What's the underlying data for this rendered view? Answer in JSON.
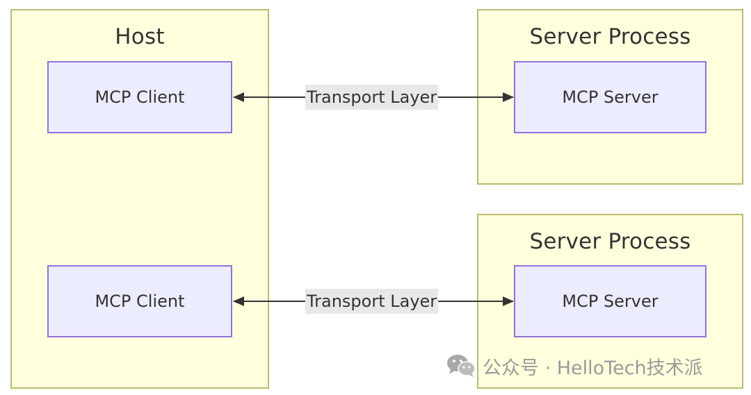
{
  "clusters": {
    "host": {
      "title": "Host"
    },
    "server_process_1": {
      "title": "Server Process"
    },
    "server_process_2": {
      "title": "Server Process"
    }
  },
  "nodes": {
    "client_1": {
      "label": "MCP Client"
    },
    "client_2": {
      "label": "MCP Client"
    },
    "server_1": {
      "label": "MCP Server"
    },
    "server_2": {
      "label": "MCP Server"
    }
  },
  "edges": [
    {
      "from": "MCP Client",
      "to": "MCP Server",
      "label": "Transport Layer",
      "direction": "bidirectional"
    },
    {
      "from": "MCP Client",
      "to": "MCP Server",
      "label": "Transport Layer",
      "direction": "bidirectional"
    }
  ],
  "watermark": {
    "text": "公众号 · HelloTech技术派",
    "icon": "wechat-icon"
  },
  "colors": {
    "cluster_fill": "#ffffde",
    "cluster_border": "#bbbb70",
    "node_fill": "#ececff",
    "node_border": "#9370db",
    "edge": "#333333",
    "label_bg": "#e8e8e8",
    "watermark": "#9a9a9a"
  }
}
